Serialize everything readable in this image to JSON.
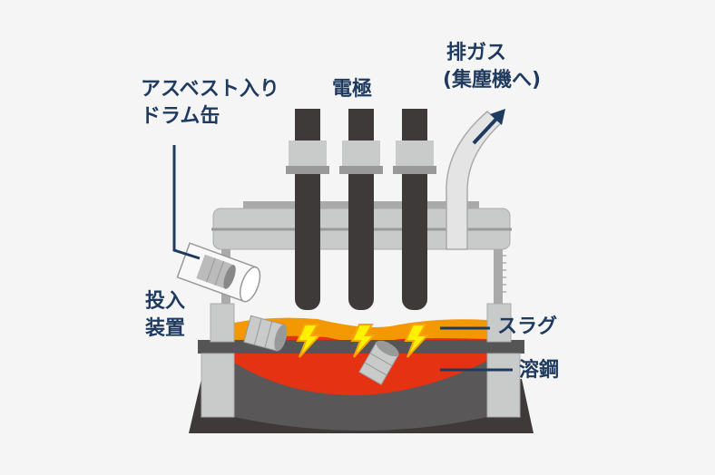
{
  "labels": {
    "drum_line1": "アスベスト入り",
    "drum_line2": "ドラム缶",
    "electrode": "電極",
    "exhaust_line1": "排ガス",
    "exhaust_line2": "(集塵機へ)",
    "feeder_line1": "投入",
    "feeder_line2": "装置",
    "slag": "スラグ",
    "molten_steel": "溶鋼"
  },
  "colors": {
    "text": "#1f3a5f",
    "electrode": "#3e3a39",
    "slag": "#f39800",
    "molten": "#e53212",
    "vessel": "#595757",
    "frame": "#c9caca",
    "spark": "#fff100"
  }
}
